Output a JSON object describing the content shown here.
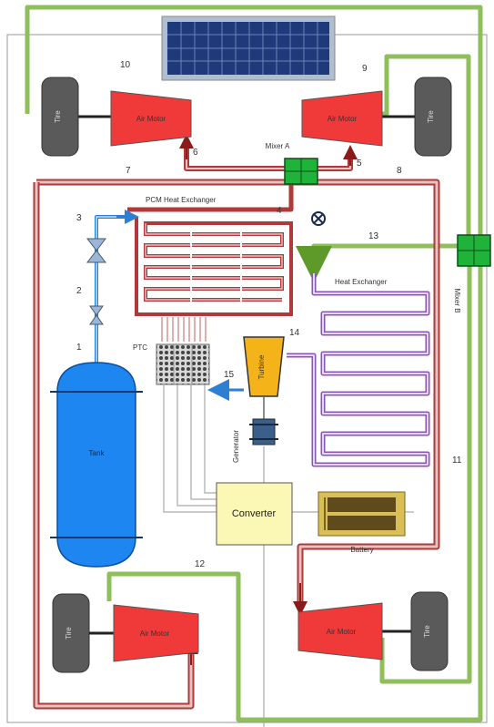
{
  "labels": {
    "tire": "Tire",
    "air_motor": "Air Motor",
    "mixer_a": "Mixer A",
    "mixer_b": "Mixer B",
    "pcm_heat_exchanger": "PCM Heat Exchanger",
    "heat_exchanger": "Heat Exchanger",
    "ptc": "PTC",
    "turbine": "Turbine",
    "generator": "Generator",
    "tank": "Tank",
    "converter": "Converter",
    "battery": "Battery"
  },
  "stream_numbers": {
    "n1": "1",
    "n2": "2",
    "n3": "3",
    "n4": "4",
    "n5": "5",
    "n6": "6",
    "n7": "7",
    "n8": "8",
    "n9": "9",
    "n10": "10",
    "n11": "11",
    "n12": "12",
    "n13": "13",
    "n14": "14",
    "n15": "15"
  },
  "colors": {
    "hot_pipe": "#b03a3a",
    "hot_pipe_inner": "#e6c2c2",
    "air_pipe": "#8fbf5a",
    "cold_pipe": "#2e7fd1",
    "hx_tube": "#8a55b8",
    "motor": "#f03a3a",
    "tank": "#1e86f0",
    "turbine": "#f5b31a",
    "mixer": "#1fb33a",
    "converter": "#fbf7b5",
    "battery": "#c9a637"
  }
}
